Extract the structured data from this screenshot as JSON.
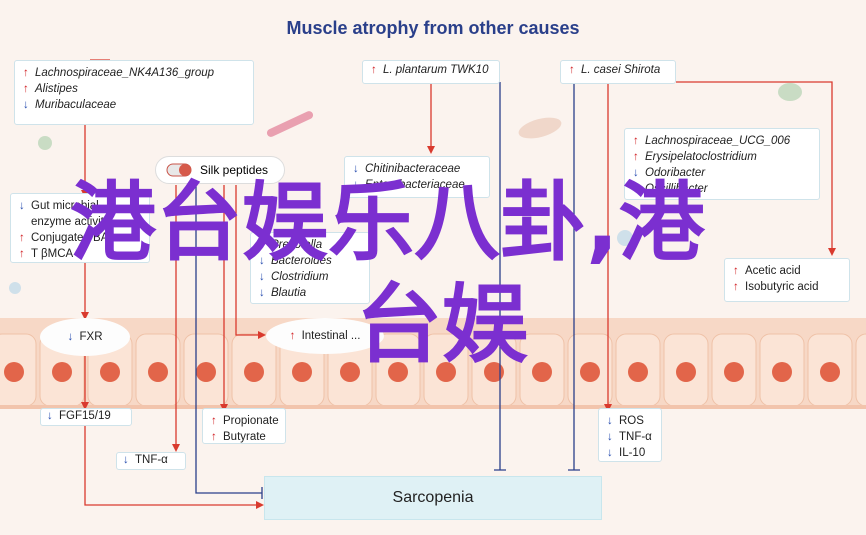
{
  "title": "Muscle atrophy from other causes",
  "boxes": {
    "left_bacteria": [
      "Lachnospiraceae_NK4A136_group",
      "Alistipes",
      "Muribaculaceae"
    ],
    "l_plantarum": "L. plantarum TWK10",
    "l_casei": "L. casei Shirota",
    "right_bacteria": [
      "Lachnospiraceae_UCG_006",
      "Erysipelatoclostridium",
      "Odoribacter",
      "Oscillibacter"
    ],
    "silk_peptides": "Silk peptides",
    "chitin_bacteria": [
      "Chitinibacteraceae",
      "Enterobacteriaceae"
    ],
    "gut_lines": [
      "Gut microbial",
      "enzyme activity",
      "Conjugated BA",
      "T βMCA"
    ],
    "middle_bacteria": [
      "Prevotella",
      "Bacteroides",
      "Clostridium",
      "Blautia"
    ],
    "acids": [
      "Acetic acid",
      "Isobutyric acid"
    ],
    "fxr": "FXR",
    "intestinal": "Intestinal ...",
    "fgf": "FGF15/19",
    "scfa": [
      "Propionate",
      "Butyrate"
    ],
    "tnf_left": "TNF-α",
    "markers": [
      "ROS",
      "TNF-α",
      "IL-10"
    ],
    "sarcopenia": "Sarcopenia"
  },
  "watermark": {
    "line1": "港台娱乐八卦,港",
    "line2": "台娱"
  },
  "colors": {
    "title": "#2a3f8a",
    "up_arrow": "#d2262a",
    "down_arrow": "#2a4fb0",
    "watermark": "#7b2fd0",
    "promote_line": "#d93a2e",
    "inhibit_line": "#2a3f8a"
  }
}
